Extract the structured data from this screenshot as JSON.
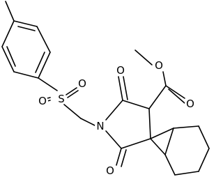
{
  "molecule": {
    "atom_labels": {
      "sulfonyl_o_left": "O",
      "sulfur": "S",
      "sulfonyl_o_right": "O",
      "nitrogen": "N",
      "ketone_o_upper": "O",
      "ketone_o_lower": "O",
      "ester_o_single": "O",
      "ester_o_double": "O"
    }
  }
}
